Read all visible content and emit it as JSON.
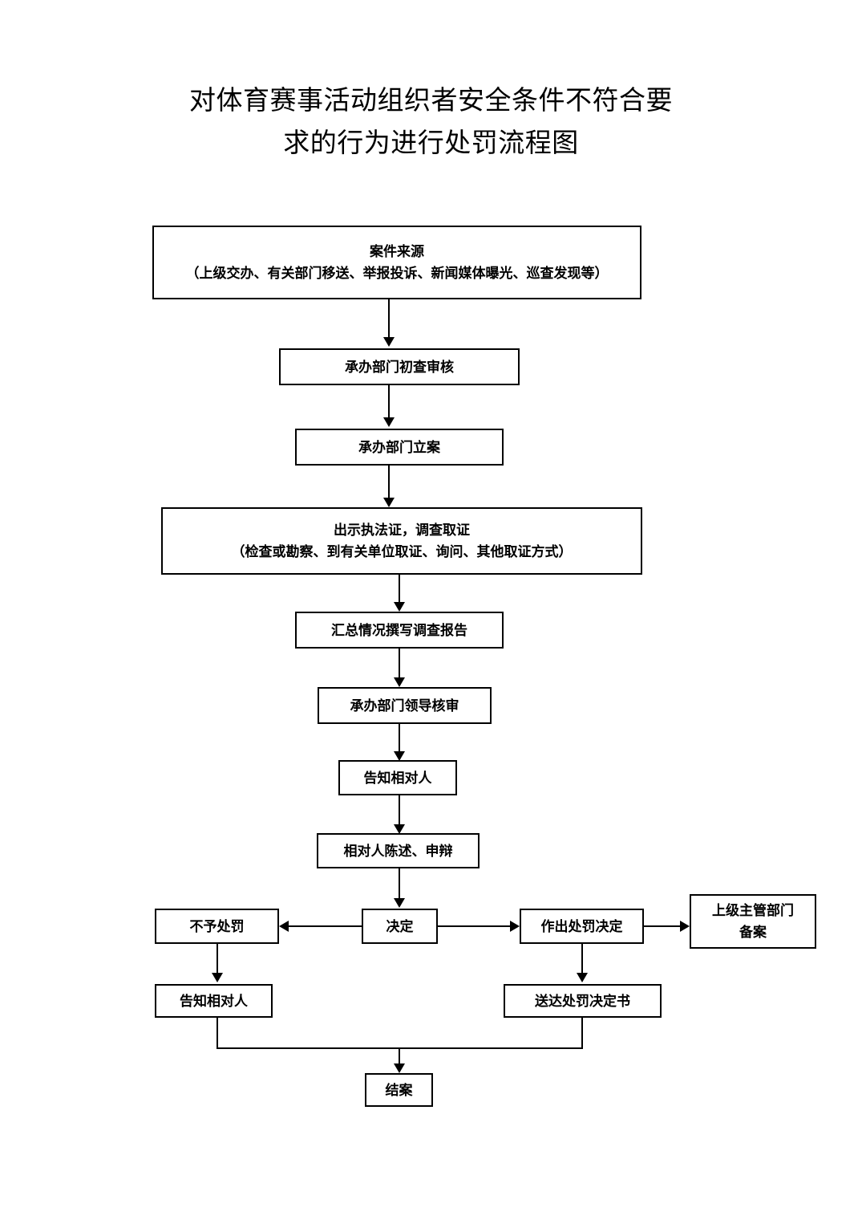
{
  "document": {
    "title_line_1": "对体育赛事活动组织者安全条件不符合要",
    "title_line_2": "求的行为进行处罚流程图",
    "title_full": "对体育赛事活动组织者安全条件不符合要\n求的行为进行处罚流程图",
    "background_color": "#ffffff",
    "line_color": "#000000",
    "text_color": "#000000"
  },
  "chart_data": {
    "type": "diagram",
    "diagram_kind": "flowchart",
    "orientation": "top-to-bottom",
    "title": "对体育赛事活动组织者安全条件不符合要求的行为进行处罚流程图",
    "nodes": [
      {
        "id": "case-source",
        "label": "案件来源\n（上级交办、有关部门移送、举报投诉、新闻媒体曝光、巡查发现等）",
        "line_1": "案件来源",
        "line_2": "（上级交办、有关部门移送、举报投诉、新闻媒体曝光、巡查发现等）",
        "shape": "rectangle"
      },
      {
        "id": "preliminary-review",
        "label": "承办部门初查审核",
        "shape": "rectangle"
      },
      {
        "id": "file-case",
        "label": "承办部门立案",
        "shape": "rectangle"
      },
      {
        "id": "investigate",
        "label": "出示执法证，调查取证\n（检查或勘察、到有关单位取证、询问、其他取证方式）",
        "line_1": "出示执法证，调查取证",
        "line_2": "（检查或勘察、到有关单位取证、询问、其他取证方式）",
        "shape": "rectangle"
      },
      {
        "id": "write-report",
        "label": "汇总情况撰写调查报告",
        "shape": "rectangle"
      },
      {
        "id": "leader-review",
        "label": "承办部门领导核审",
        "shape": "rectangle"
      },
      {
        "id": "notify-party-1",
        "label": "告知相对人",
        "shape": "rectangle"
      },
      {
        "id": "party-statement",
        "label": "相对人陈述、申辩",
        "shape": "rectangle"
      },
      {
        "id": "decision",
        "label": "决定",
        "shape": "rectangle"
      },
      {
        "id": "no-penalty",
        "label": "不予处罚",
        "shape": "rectangle"
      },
      {
        "id": "make-penalty-decision",
        "label": "作出处罚决定",
        "shape": "rectangle"
      },
      {
        "id": "superior-record",
        "label": "上级主管部门\n备案",
        "line_1": "上级主管部门",
        "line_2": "备案",
        "shape": "rectangle"
      },
      {
        "id": "notify-party-2",
        "label": "告知相对人",
        "shape": "rectangle"
      },
      {
        "id": "serve-decision",
        "label": "送达处罚决定书",
        "shape": "rectangle"
      },
      {
        "id": "close-case",
        "label": "结案",
        "shape": "rectangle"
      }
    ],
    "edges": [
      {
        "from": "case-source",
        "to": "preliminary-review",
        "direction": "down"
      },
      {
        "from": "preliminary-review",
        "to": "file-case",
        "direction": "down"
      },
      {
        "from": "file-case",
        "to": "investigate",
        "direction": "down"
      },
      {
        "from": "investigate",
        "to": "write-report",
        "direction": "down"
      },
      {
        "from": "write-report",
        "to": "leader-review",
        "direction": "down"
      },
      {
        "from": "leader-review",
        "to": "notify-party-1",
        "direction": "down"
      },
      {
        "from": "notify-party-1",
        "to": "party-statement",
        "direction": "down"
      },
      {
        "from": "party-statement",
        "to": "decision",
        "direction": "down"
      },
      {
        "from": "decision",
        "to": "no-penalty",
        "direction": "left"
      },
      {
        "from": "decision",
        "to": "make-penalty-decision",
        "direction": "right"
      },
      {
        "from": "make-penalty-decision",
        "to": "superior-record",
        "direction": "right"
      },
      {
        "from": "no-penalty",
        "to": "notify-party-2",
        "direction": "down"
      },
      {
        "from": "make-penalty-decision",
        "to": "serve-decision",
        "direction": "down"
      },
      {
        "from": "notify-party-2",
        "to": "close-case",
        "direction": "down-merge"
      },
      {
        "from": "serve-decision",
        "to": "close-case",
        "direction": "down-merge"
      }
    ]
  }
}
